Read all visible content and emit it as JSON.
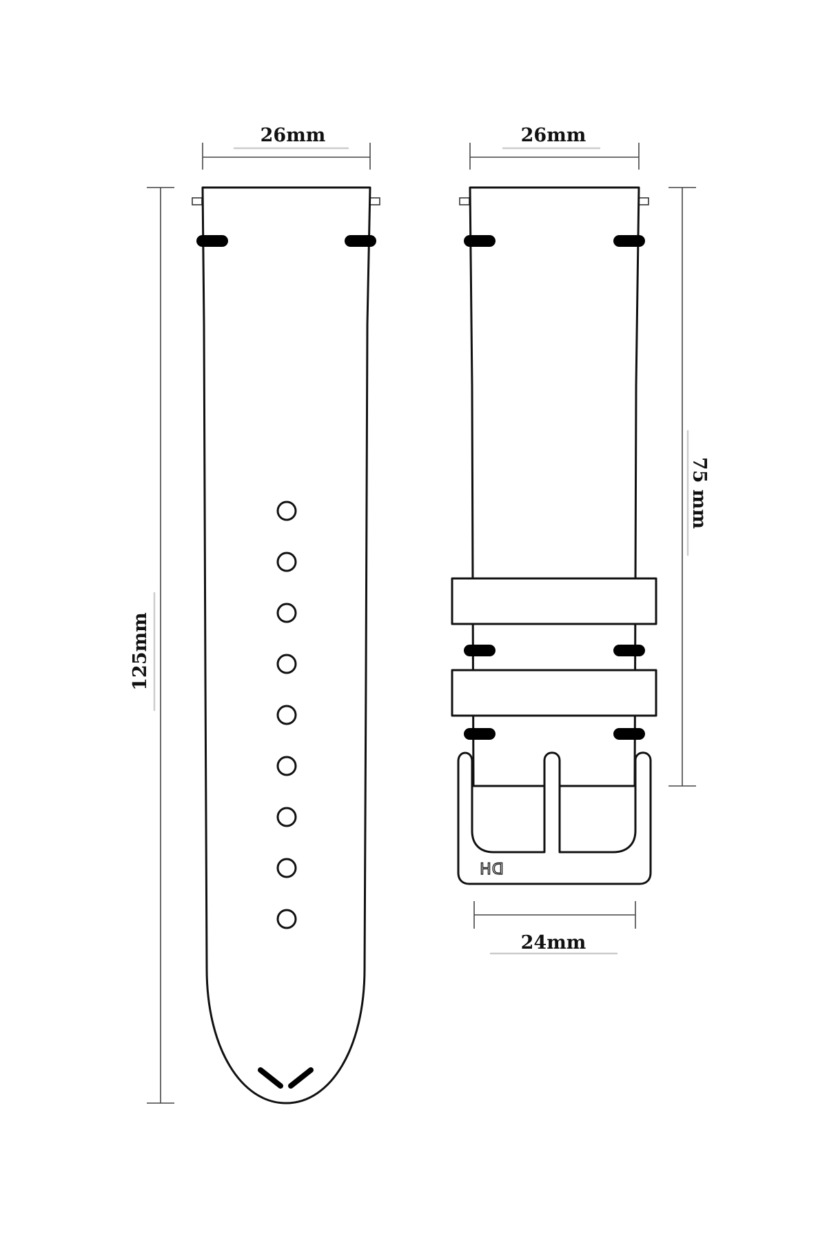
{
  "dimensions": {
    "long_strap_width": "26mm",
    "long_strap_length": "125mm",
    "buckle_strap_width": "26mm",
    "buckle_strap_length": "75 mm",
    "buckle_width": "24mm"
  },
  "buckle": {
    "logo": "DH"
  },
  "long_strap": {
    "hole_count": 9
  },
  "colors": {
    "line": "#111111",
    "background": "#ffffff"
  }
}
